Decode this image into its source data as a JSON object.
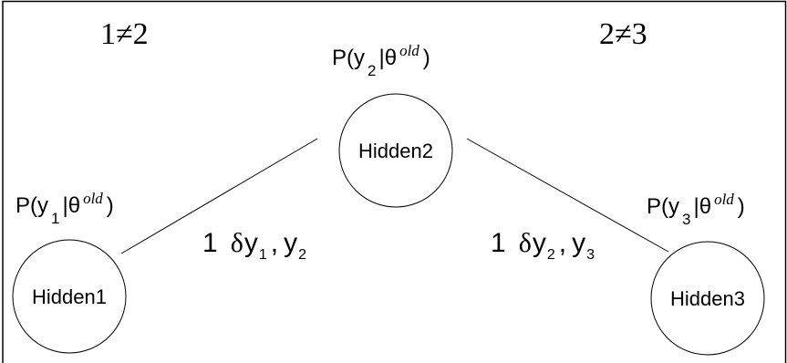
{
  "frame": {
    "stroke": "#000000"
  },
  "pairs": {
    "left": "1≠2",
    "right": "2≠3"
  },
  "nodes": {
    "hidden1": {
      "label": "Hidden1"
    },
    "hidden2": {
      "label": "Hidden2"
    },
    "hidden3": {
      "label": "Hidden3"
    }
  },
  "probs": {
    "p1": {
      "open": "P(y",
      "sub": "1",
      "bar": "|θ",
      "sup": "old",
      "close": ")"
    },
    "p2": {
      "open": "P(y",
      "sub": "2",
      "bar": "|θ",
      "sup": "old",
      "close": ")"
    },
    "p3": {
      "open": "P(y",
      "sub": "3",
      "bar": "|θ",
      "sup": "old",
      "close": ")"
    }
  },
  "edges": {
    "e12": {
      "one": "1",
      "delta": "δ",
      "y_a": "y",
      "sub_a": "1",
      "comma": ",",
      "y_b": "y",
      "sub_b": "2"
    },
    "e23": {
      "one": "1",
      "delta": "δ",
      "y_a": "y",
      "sub_a": "2",
      "comma": ",",
      "y_b": "y",
      "sub_b": "3"
    }
  }
}
